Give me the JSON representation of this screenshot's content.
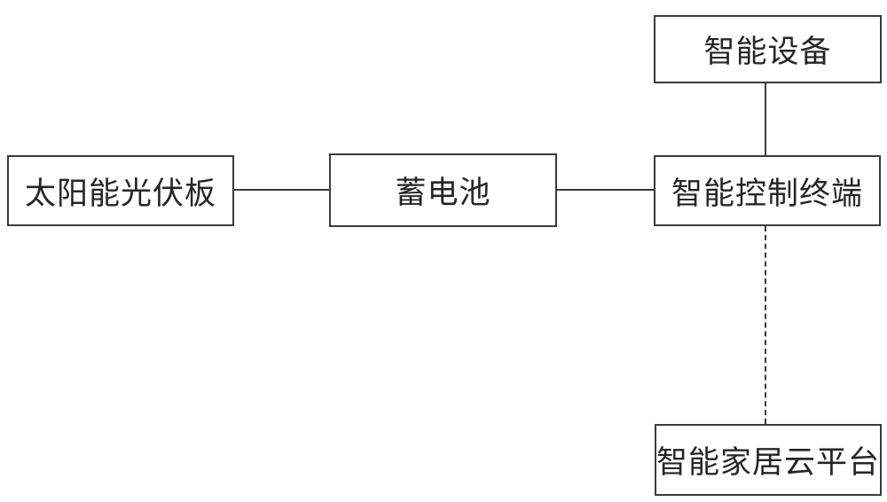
{
  "diagram": {
    "type": "block-diagram",
    "background_color": "#ffffff",
    "line_color": "#3a3a3a",
    "text_color": "#262626",
    "nodes": [
      {
        "id": "smart-device",
        "label": "智能设备"
      },
      {
        "id": "solar-panel",
        "label": "太阳能光伏板"
      },
      {
        "id": "battery",
        "label": "蓄电池"
      },
      {
        "id": "control-terminal",
        "label": "智能控制终端"
      },
      {
        "id": "cloud-platform",
        "label": "智能家居云平台"
      }
    ],
    "connectors": [
      {
        "from": "smart-device",
        "to": "control-terminal",
        "style": "solid",
        "orientation": "vertical"
      },
      {
        "from": "solar-panel",
        "to": "battery",
        "style": "solid",
        "orientation": "horizontal"
      },
      {
        "from": "battery",
        "to": "control-terminal",
        "style": "solid",
        "orientation": "horizontal"
      },
      {
        "from": "control-terminal",
        "to": "cloud-platform",
        "style": "dashed",
        "orientation": "vertical"
      }
    ]
  }
}
